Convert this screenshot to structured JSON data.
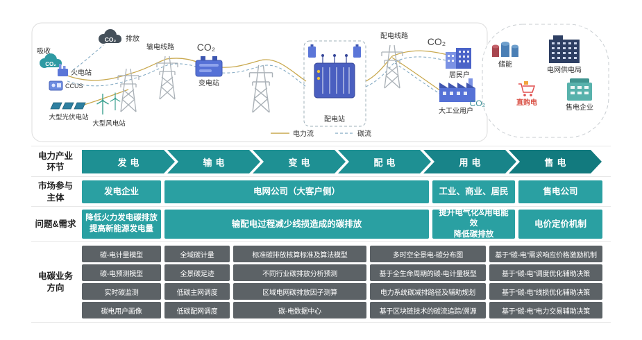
{
  "illustration": {
    "absorb": "吸收",
    "emit": "排放",
    "co2": "CO₂",
    "thermal": "火电站",
    "ccus": "CCUS",
    "pv": "大型光伏电站",
    "wind": "大型风电站",
    "transmission_line": "输电线路",
    "substation": "变电站",
    "distribution_station": "配电站",
    "distribution_line": "配电线路",
    "residents": "居民户",
    "industry": "大工业用户",
    "storage": "储能",
    "bureau": "电网供电局",
    "direct": "直购电",
    "retailer": "售电企业",
    "legend_power": "电力流",
    "legend_carbon": "碳流"
  },
  "labels": {
    "chain": "电力产业\n环节",
    "market": "市场参与\n主体",
    "problems": "问题&需求",
    "business": "电碳业务\n方向"
  },
  "chain": {
    "stages": [
      "发电",
      "输电",
      "变电",
      "配电",
      "用电",
      "售电"
    ]
  },
  "market": {
    "items": [
      "发电企业",
      "电网公司（大客户侧）",
      "工业、商业、居民",
      "售电公司"
    ]
  },
  "problems": {
    "items": [
      "降低火力发电碳排放\n提高新能源发电量",
      "输配电过程减少线损造成的碳排放",
      "提升电气化&用电能效\n降低碳排放",
      "电价定价机制"
    ]
  },
  "business": {
    "rows": [
      [
        "碳-电计量模型",
        "全域碳计量",
        "标准碳排放核算标准及算法模型",
        "多时空全景电-碳分布图",
        "基于“碳-电”需求响应价格激励机制"
      ],
      [
        "碳-电预测模型",
        "全景碳足迹",
        "不同行业碳排放分析预测",
        "基于全生命周期的碳-电计量模型",
        "基于“碳-电”调度优化辅助决策"
      ],
      [
        "实时碳监测",
        "低碳主网调度",
        "区域电网碳排放因子测算",
        "电力系统碳减排路径及辅助规划",
        "基于“碳-电”线损优化辅助决策"
      ],
      [
        "碳电用户画像",
        "低碳配网调度",
        "碳-电数据中心",
        "基于区块链技术的碳流追踪/溯源",
        "基于“碳-电”电力交易辅助决策"
      ]
    ]
  },
  "colors": {
    "teal_chevron": "#1e9093",
    "teal_box": "#2aa0a2",
    "gray_box": "#5c6266",
    "power_line": "#c9a94f",
    "carbon_line": "#85abc4"
  }
}
